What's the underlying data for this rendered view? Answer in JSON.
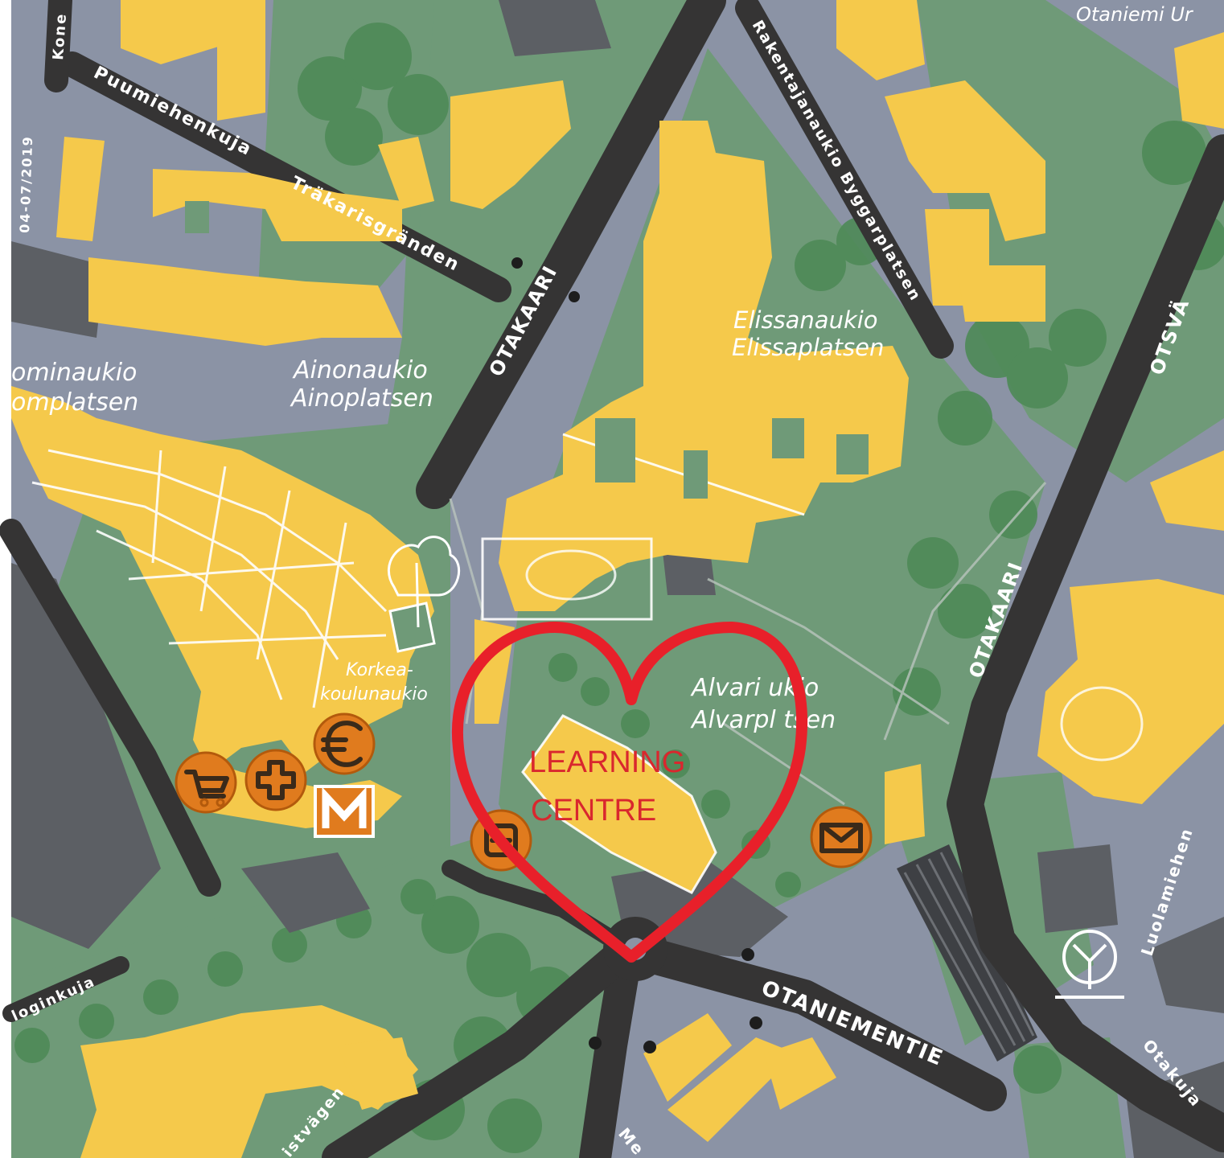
{
  "map": {
    "colors": {
      "background": "#8b93a5",
      "green": "#6f9a78",
      "trees": "#4e8a57",
      "building": "#f5c94b",
      "road": "#353434",
      "dark_block": "#5c5f64",
      "poi": "#e07b1e",
      "highlight": "#e8202a"
    },
    "streets": {
      "puumiehenkuja": "Puumiehenkuja",
      "trakarisgranden": "Träkarisgränden",
      "otakaari_north": "OTAKAARI",
      "otakaari_east": "OTAKAARI",
      "rakentajanaukio": "Rakentajanaukio Byggarplatsen",
      "otsvagen": "OTSVÄ",
      "otaniementie": "OTANIEMENTIE",
      "luolamiehentie": "Luolamiehen",
      "otakuja": "Otakuja",
      "teknologinkuja": "loginkuja",
      "konemiehentie": "Kone",
      "metsanpojankuja": "Me",
      "bottom_street": "istvägen",
      "map_date": "04-07/2019"
    },
    "squares": {
      "otaniemi_top": "Otaniemi Ur",
      "elissanaukio_fi": "Elissanaukio",
      "elissanaukio_sv": "Elissaplatsen",
      "ainonaukio_fi": "Ainonaukio",
      "ainonaukio_sv": "Ainoplatsen",
      "sm_fi": "ominaukio",
      "sm_sv": "omplatsen",
      "korkeakoulu_1": "Korkea-",
      "korkeakoulu_2": "koulunaukio",
      "alvar_fi": "Alvari ukio",
      "alvar_sv": "Alvarpl tsen"
    },
    "pois": [
      {
        "icon": "shopping-cart-icon"
      },
      {
        "icon": "pharmacy-cross-icon"
      },
      {
        "icon": "euro-atm-icon"
      },
      {
        "icon": "metro-station-icon"
      },
      {
        "icon": "bike-parking-icon"
      },
      {
        "icon": "mail-post-icon"
      }
    ],
    "annotation": {
      "line1": "LEARNING",
      "line2": "CENTRE",
      "shape": "heart-icon"
    }
  }
}
